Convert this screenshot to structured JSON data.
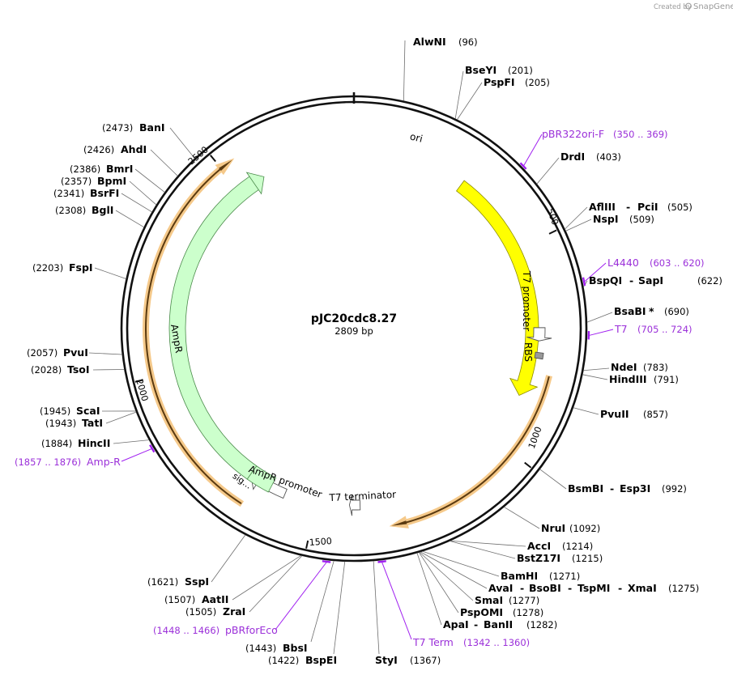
{
  "credit": {
    "prefix": "Created by",
    "brand": "SnapGene"
  },
  "plasmid": {
    "name": "pJC20cdc8.27",
    "length_label": "2809 bp",
    "length": 2809
  },
  "ticks": [
    "500",
    "1000",
    "1500",
    "2000",
    "2500"
  ],
  "features": [
    {
      "name": "ori",
      "label": "ori",
      "start": 286,
      "end": 874,
      "color": "#ffff00",
      "stroke": "#8a8a00"
    },
    {
      "name": "t7-promoter",
      "label": "T7 promoter",
      "start": 700,
      "end": 732,
      "color": "#ffffff",
      "stroke": "#555555"
    },
    {
      "name": "rbs",
      "label": "RBS",
      "start": 760,
      "end": 774,
      "color": "#999999",
      "stroke": "#555555"
    },
    {
      "name": "t7-terminator",
      "label": "T7 terminator",
      "start": 1389,
      "end": 1416,
      "color": "#ffffff",
      "stroke": "#555555"
    },
    {
      "name": "ampr-promoter",
      "label": "AmpR promoter",
      "start": 1581,
      "end": 1679,
      "color": "#ffffff",
      "stroke": "#555555"
    },
    {
      "name": "ampr",
      "label": "AmpR",
      "start": 1680,
      "end": 2540,
      "color": "#ccffcc",
      "stroke": "#4a8a4a"
    },
    {
      "name": "signal-sequence",
      "label": "sig…",
      "start": 1620,
      "end": 1680,
      "color": "#ccffcc",
      "stroke": "#4a8a4a"
    }
  ],
  "orfs": [
    {
      "name": "orf-right",
      "start": 810,
      "end": 1320
    },
    {
      "name": "orf-left",
      "start": 1660,
      "end": 2530
    }
  ],
  "sites": [
    {
      "name": "AlwNI",
      "pos": "(96)",
      "bp": 96
    },
    {
      "name": "BseYI",
      "pos": "(201)",
      "bp": 201
    },
    {
      "name": "PspFI",
      "pos": "(205)",
      "bp": 205
    },
    {
      "name": "DrdI",
      "pos": "(403)",
      "bp": 403
    },
    {
      "name": "AflIII",
      "extra": "PciI",
      "pos": "(505)",
      "bp": 505
    },
    {
      "name": "NspI",
      "pos": "(509)",
      "bp": 509
    },
    {
      "name": "BspQI",
      "extra": "SapI",
      "pos": "(622)",
      "bp": 622
    },
    {
      "name": "BsaBI",
      "star": "*",
      "pos": "(690)",
      "bp": 690
    },
    {
      "name": "NdeI",
      "pos": "(783)",
      "bp": 783
    },
    {
      "name": "HindIII",
      "pos": "(791)",
      "bp": 791
    },
    {
      "name": "PvuII",
      "pos": "(857)",
      "bp": 857
    },
    {
      "name": "BsmBI",
      "extra": "Esp3I",
      "pos": "(992)",
      "bp": 992
    },
    {
      "name": "NruI",
      "pos": "(1092)",
      "bp": 1092
    },
    {
      "name": "AccI",
      "pos": "(1214)",
      "bp": 1214
    },
    {
      "name": "BstZ17I",
      "pos": "(1215)",
      "bp": 1215
    },
    {
      "name": "BamHI",
      "pos": "(1271)",
      "bp": 1271
    },
    {
      "name": "AvaI",
      "extra": "BsoBI",
      "extra2": "TspMI",
      "extra3": "XmaI",
      "pos": "(1275)",
      "bp": 1275
    },
    {
      "name": "SmaI",
      "pos": "(1277)",
      "bp": 1277
    },
    {
      "name": "PspOMI",
      "pos": "(1278)",
      "bp": 1278
    },
    {
      "name": "ApaI",
      "extra": "BanII",
      "pos": "(1282)",
      "bp": 1282
    },
    {
      "name": "StyI",
      "pos": "(1367)",
      "bp": 1367
    },
    {
      "name": "BspEI",
      "pos": "(1422)",
      "bp": 1422
    },
    {
      "name": "BbsI",
      "pos": "(1443)",
      "bp": 1443
    },
    {
      "name": "ZraI",
      "pos": "(1505)",
      "bp": 1505
    },
    {
      "name": "AatII",
      "pos": "(1507)",
      "bp": 1507
    },
    {
      "name": "SspI",
      "pos": "(1621)",
      "bp": 1621
    },
    {
      "name": "HincII",
      "pos": "(1884)",
      "bp": 1884
    },
    {
      "name": "TatI",
      "pos": "(1943)",
      "bp": 1943
    },
    {
      "name": "ScaI",
      "pos": "(1945)",
      "bp": 1945
    },
    {
      "name": "TsoI",
      "pos": "(2028)",
      "bp": 2028
    },
    {
      "name": "PvuI",
      "pos": "(2057)",
      "bp": 2057
    },
    {
      "name": "FspI",
      "pos": "(2203)",
      "bp": 2203
    },
    {
      "name": "BglI",
      "pos": "(2308)",
      "bp": 2308
    },
    {
      "name": "BsrFI",
      "pos": "(2341)",
      "bp": 2341
    },
    {
      "name": "BpmI",
      "pos": "(2357)",
      "bp": 2357
    },
    {
      "name": "BmrI",
      "pos": "(2386)",
      "bp": 2386
    },
    {
      "name": "AhdI",
      "pos": "(2426)",
      "bp": 2426
    },
    {
      "name": "BanI",
      "pos": "(2473)",
      "bp": 2473
    }
  ],
  "primers": [
    {
      "name": "pBR322ori-F",
      "range": "(350 .. 369)",
      "bp": 360
    },
    {
      "name": "L4440",
      "range": "(603 .. 620)",
      "bp": 612
    },
    {
      "name": "T7",
      "range": "(705 .. 724)",
      "bp": 715
    },
    {
      "name": "T7 Term",
      "range": "(1342 .. 1360)",
      "bp": 1351
    },
    {
      "name": "pBRforEco",
      "range": "(1448 .. 1466)",
      "bp": 1457
    },
    {
      "name": "Amp-R",
      "range": "(1857 .. 1876)",
      "bp": 1867
    }
  ]
}
